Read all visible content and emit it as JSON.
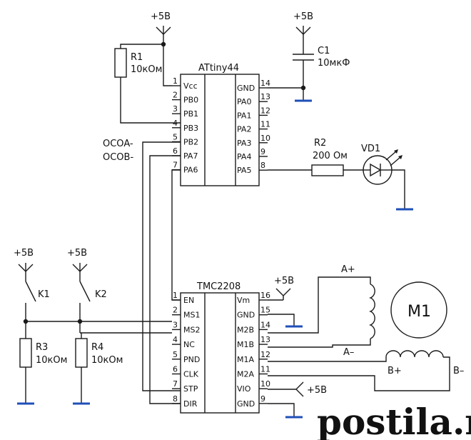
{
  "supply": "+5В",
  "attiny": {
    "name": "ATtiny44",
    "left_pins": [
      {
        "num": "1",
        "name": "Vcc"
      },
      {
        "num": "2",
        "name": "PB0"
      },
      {
        "num": "3",
        "name": "PB1"
      },
      {
        "num": "4",
        "name": "PB3"
      },
      {
        "num": "5",
        "name": "PB2"
      },
      {
        "num": "6",
        "name": "PA7"
      },
      {
        "num": "7",
        "name": "PA6"
      }
    ],
    "right_pins": [
      {
        "num": "14",
        "name": "GND"
      },
      {
        "num": "13",
        "name": "PA0"
      },
      {
        "num": "12",
        "name": "PA1"
      },
      {
        "num": "11",
        "name": "PA2"
      },
      {
        "num": "10",
        "name": "PA3"
      },
      {
        "num": "9",
        "name": "PA4"
      },
      {
        "num": "8",
        "name": "PA5"
      }
    ]
  },
  "tmc": {
    "name": "TMC2208",
    "left_pins": [
      {
        "num": "1",
        "name": "EN"
      },
      {
        "num": "2",
        "name": "MS1"
      },
      {
        "num": "3",
        "name": "MS2"
      },
      {
        "num": "4",
        "name": "NC"
      },
      {
        "num": "5",
        "name": "PND"
      },
      {
        "num": "6",
        "name": "CLK"
      },
      {
        "num": "7",
        "name": "STP"
      },
      {
        "num": "8",
        "name": "DIR"
      }
    ],
    "right_pins": [
      {
        "num": "16",
        "name": "Vm"
      },
      {
        "num": "15",
        "name": "GND"
      },
      {
        "num": "14",
        "name": "M2B"
      },
      {
        "num": "13",
        "name": "M1B"
      },
      {
        "num": "12",
        "name": "M1A"
      },
      {
        "num": "11",
        "name": "M2A"
      },
      {
        "num": "10",
        "name": "VIO"
      },
      {
        "num": "9",
        "name": "GND"
      }
    ]
  },
  "components": {
    "r1_name": "R1",
    "r1_value": "10кОм",
    "c1_name": "C1",
    "c1_value": "10мкФ",
    "r2_name": "R2",
    "r2_value": "200 Ом",
    "vd1_name": "VD1",
    "r3_name": "R3",
    "r3_value": "10кОм",
    "r4_name": "R4",
    "r4_value": "10кОм",
    "k1_name": "K1",
    "k2_name": "K2",
    "motor_name": "M1"
  },
  "signals": {
    "osca": "OCOA-",
    "ocob": "OCOB-",
    "a_plus": "A+",
    "a_minus": "A–",
    "b_plus": "B+",
    "b_minus": "B–"
  },
  "watermark": "postila.ru",
  "colors": {
    "wire": "#1a1a1a",
    "ground": "#1f4fb8",
    "watermark": "#cf2a2a"
  }
}
